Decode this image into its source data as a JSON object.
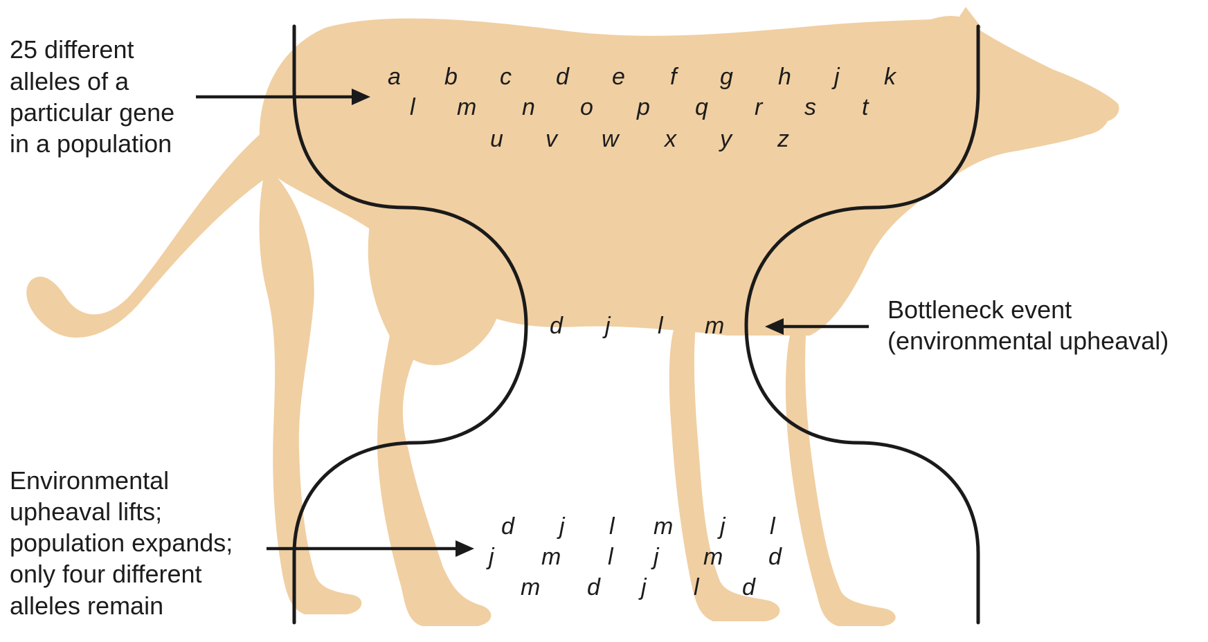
{
  "labels": {
    "top": [
      "25 different",
      "alleles of a",
      "particular gene",
      "in a population"
    ],
    "middle": [
      "Bottleneck event",
      "(environmental upheaval)"
    ],
    "bottom": [
      "Environmental",
      "upheaval lifts;",
      "population expands;",
      "only four different",
      "alleles remain"
    ]
  },
  "alleles": {
    "initial": [
      [
        "a",
        "b",
        "c",
        "d",
        "e",
        "f",
        "g",
        "h",
        "j",
        "k"
      ],
      [
        "l",
        "m",
        "n",
        "o",
        "p",
        "q",
        "r",
        "s",
        "t"
      ],
      [
        "u",
        "v",
        "w",
        "x",
        "y",
        "z"
      ]
    ],
    "bottleneck": [
      "d",
      "j",
      "l",
      "m"
    ],
    "expanded": [
      [
        "d",
        "j",
        "l",
        "m",
        "j",
        "l"
      ],
      [
        "j",
        "m",
        "l",
        "j",
        "m",
        "d"
      ],
      [
        "m",
        "d",
        "j",
        "l",
        "d"
      ]
    ]
  },
  "colors": {
    "animal_fill": "#f0cfa2",
    "line": "#1a1a1a",
    "text": "#1c1c1c"
  },
  "icons": {
    "animal": "cheetah-silhouette-icon"
  }
}
